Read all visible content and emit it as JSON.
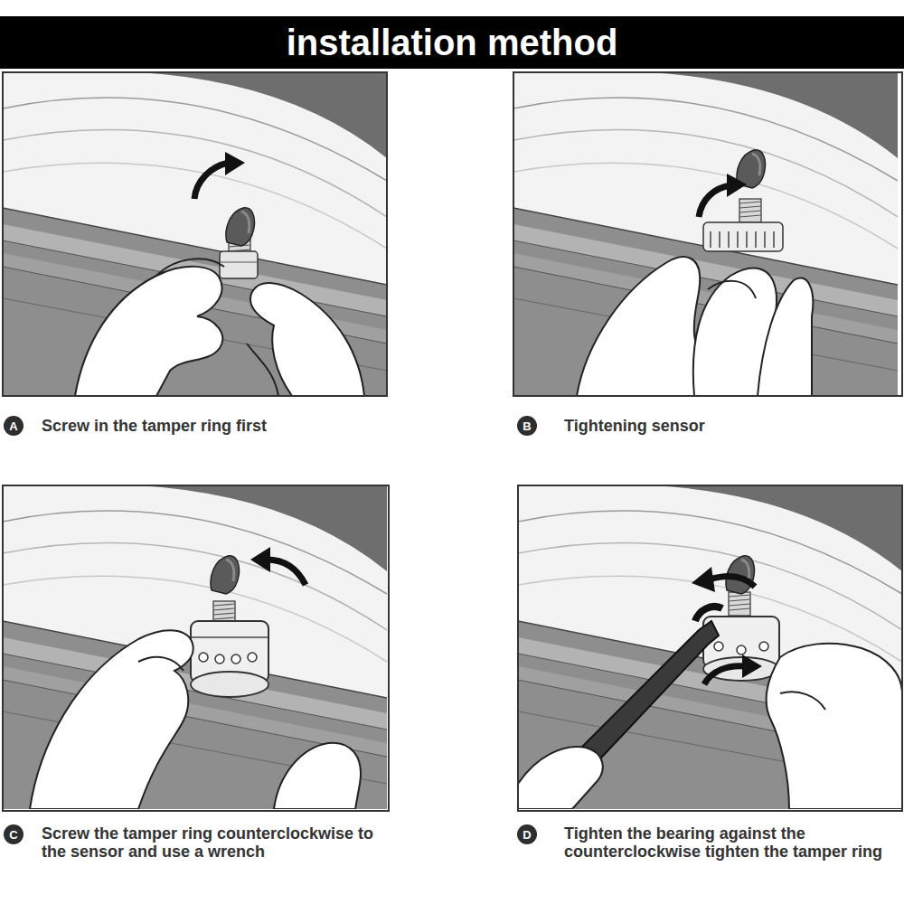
{
  "diagram": {
    "title": "installation method",
    "nodes": [
      {
        "text": [
          "A"
        ]
      },
      {
        "text": [
          "B"
        ]
      },
      {
        "text": [
          "C"
        ]
      },
      {
        "text": [
          "D"
        ]
      }
    ],
    "labels": [
      "Screw in the tamper ring first",
      "Tightening sensor",
      "Screw the tamper ring counterclockwise to the sensor and use a wrench",
      "Tighten the bearing against the counterclockwise tighten the tamper ring"
    ]
  }
}
